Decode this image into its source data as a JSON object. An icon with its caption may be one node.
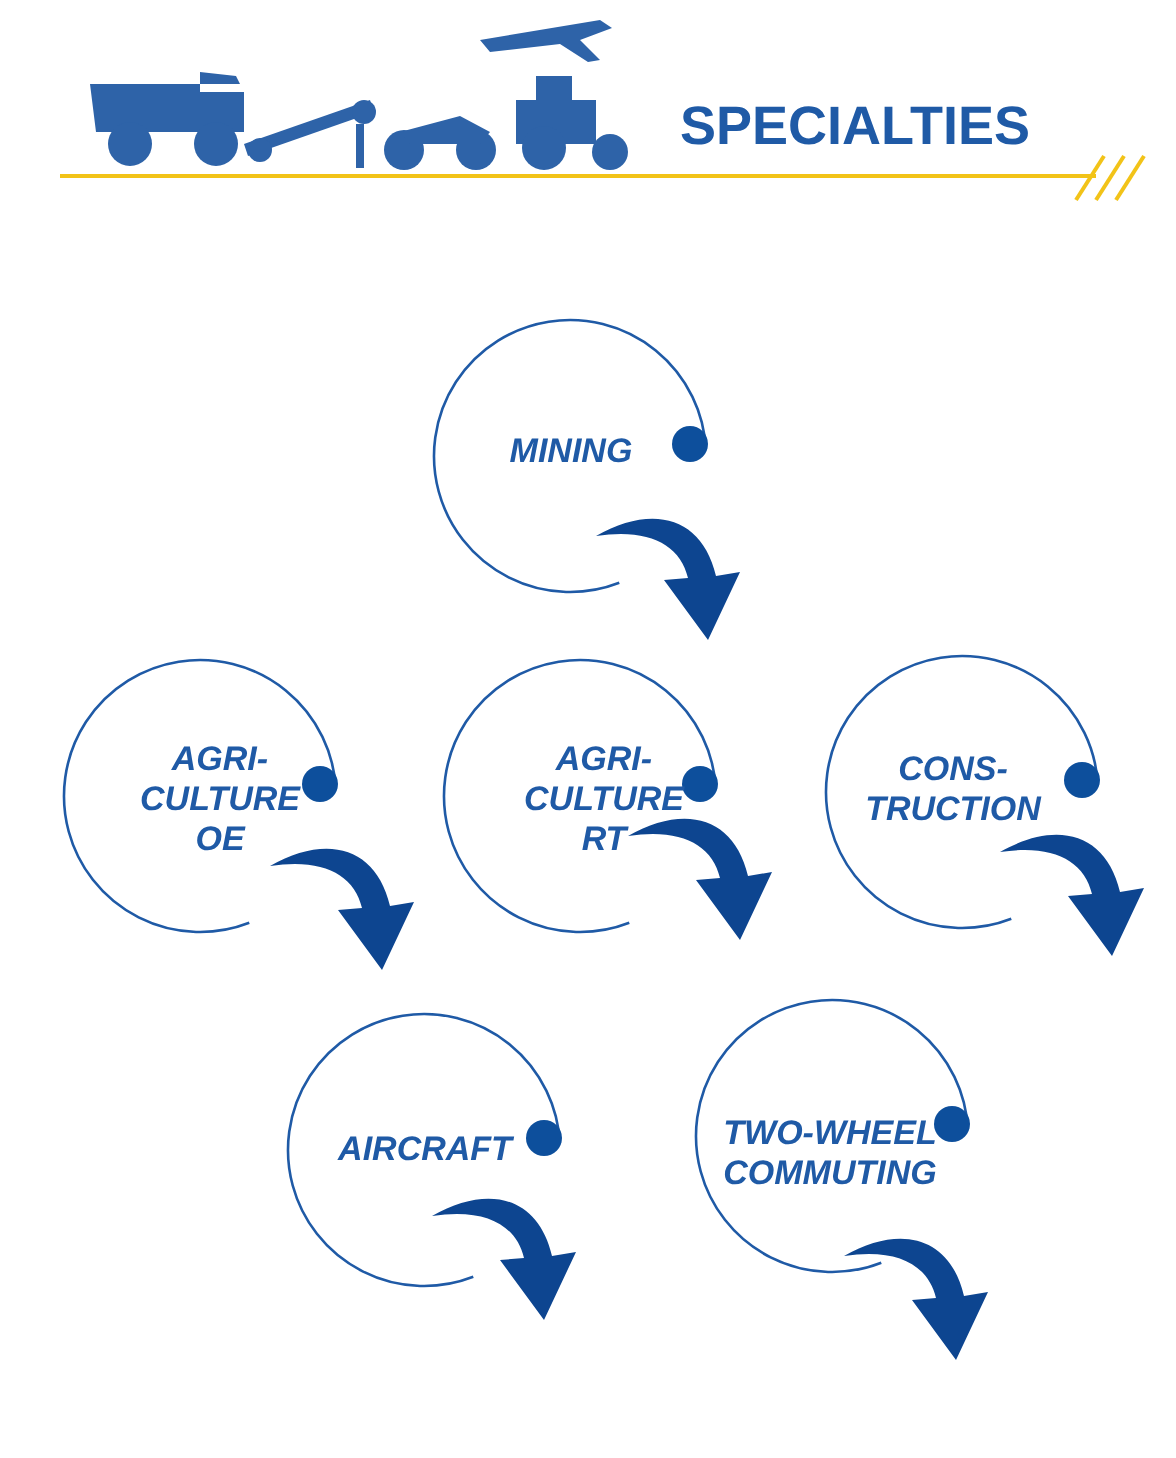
{
  "diagram": {
    "title": "SPECIALTIES",
    "nodes": [
      {
        "text": [
          "MINING"
        ]
      },
      {
        "text": [
          "AGRI- CULTURE OE"
        ]
      },
      {
        "text": [
          "AGRI- CULTURE RT"
        ]
      },
      {
        "text": [
          "CONS- TRUCTION"
        ]
      },
      {
        "text": [
          "AIRCRAFT"
        ]
      },
      {
        "text": [
          "TWO-WHEEL COMMUTING"
        ]
      }
    ],
    "edges": [
      {
        "from": 0,
        "to": null,
        "arrow": "to"
      },
      {
        "from": 1,
        "to": null,
        "arrow": "to"
      },
      {
        "from": 2,
        "to": null,
        "arrow": "to"
      },
      {
        "from": 3,
        "to": null,
        "arrow": "to"
      },
      {
        "from": 4,
        "to": null,
        "arrow": "to"
      },
      {
        "from": 5,
        "to": null,
        "arrow": "to"
      }
    ]
  }
}
